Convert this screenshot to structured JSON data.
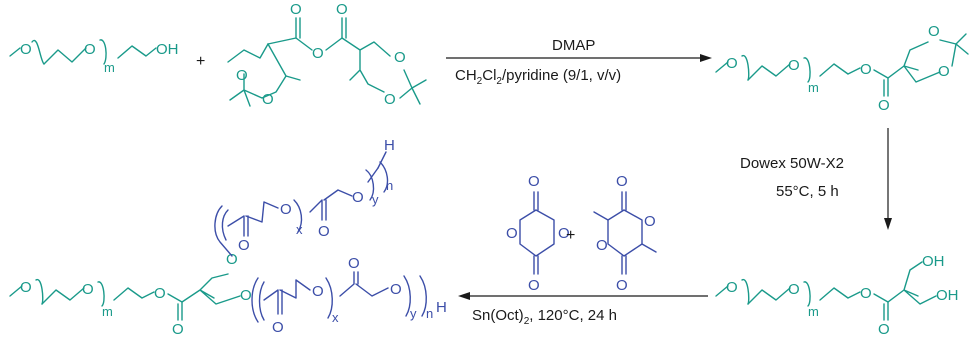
{
  "colors": {
    "teal": "#1a9a8a",
    "blue": "#3c4ea8",
    "black": "#1a1a1a"
  },
  "atoms": {
    "O": "O",
    "H": "H",
    "OH": "OH"
  },
  "subscripts": {
    "m": "m",
    "n": "n",
    "x": "x",
    "y": "y"
  },
  "plus": "+",
  "step1": {
    "above": "DMAP",
    "below_pre": "CH",
    "below_sub2": "2",
    "below_cl": "Cl",
    "below_sub2b": "2",
    "below_post": "/pyridine (9/1, v/v)"
  },
  "step2": {
    "line1": "Dowex 50W-X2",
    "line2": "55°C, 5 h"
  },
  "step3": {
    "pre": "Sn(Oct)",
    "sub": "2",
    "post": ", 120°C, 24 h"
  }
}
